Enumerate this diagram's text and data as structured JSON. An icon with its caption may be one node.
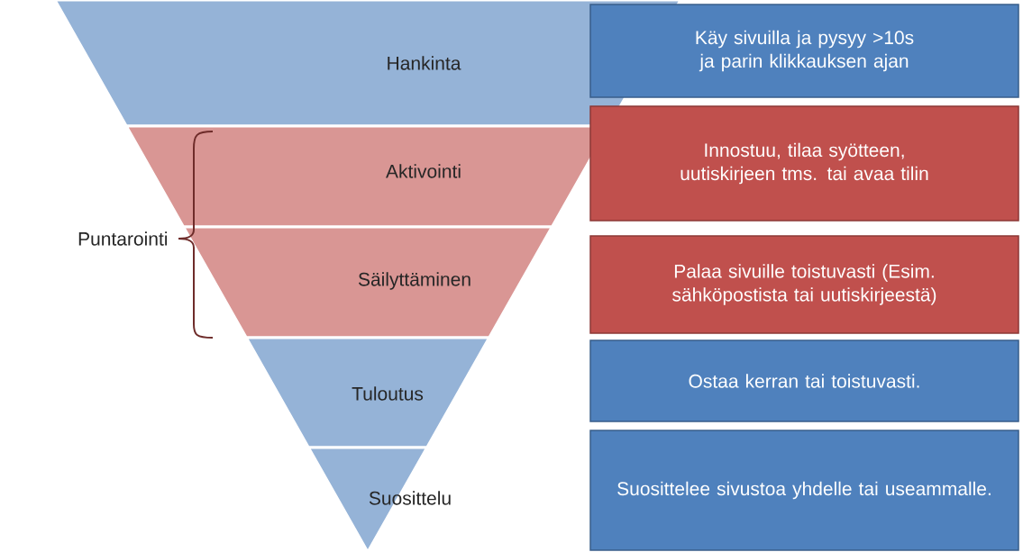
{
  "diagram": {
    "nodes": [
      {
        "text": [
          "Hankinta"
        ]
      },
      {
        "text": [
          "Aktivointi"
        ]
      },
      {
        "text": [
          "Säilyttäminen"
        ]
      },
      {
        "text": [
          "Tuloutus"
        ]
      },
      {
        "text": [
          "Suosittelu"
        ]
      },
      {
        "text": [
          "Käy sivuilla ja pysyy >10s ja parin klikkauksen ajan"
        ]
      },
      {
        "text": [
          "Innostuu, tilaa syötteen, uutiskirjeen tms. tai avaa tilin"
        ]
      },
      {
        "text": [
          "Palaa sivuille toistuvasti (Esim. sähköpostista tai uutiskirjeestä)"
        ]
      },
      {
        "text": [
          "Ostaa kerran tai toistuvasti."
        ]
      },
      {
        "text": [
          "Suosittelee sivustoa yhdelle tai useammalle."
        ]
      }
    ],
    "labels": [
      "Puntarointi"
    ]
  }
}
